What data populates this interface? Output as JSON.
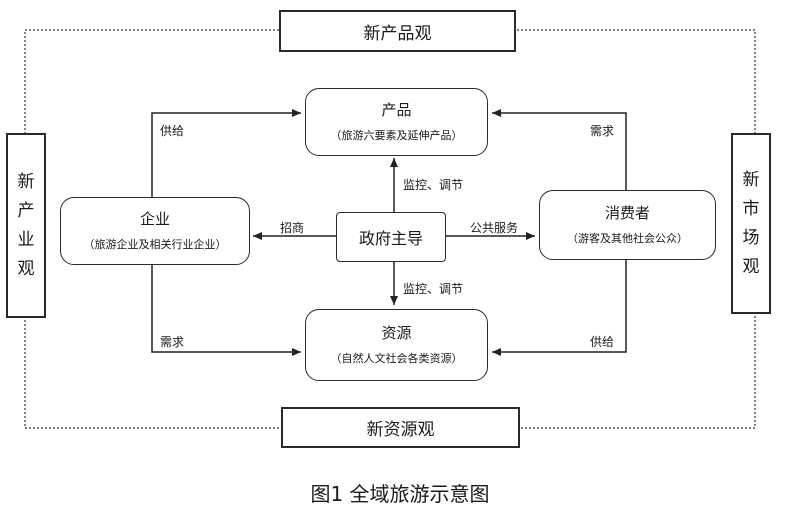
{
  "outer_boxes": {
    "top": "新产品观",
    "bottom": "新资源观",
    "left": [
      "新",
      "产",
      "业",
      "观"
    ],
    "right": [
      "新",
      "市",
      "场",
      "观"
    ]
  },
  "nodes": {
    "product": {
      "title": "产品",
      "subtitle": "（旅游六要素及延伸产品）"
    },
    "enterprise": {
      "title": "企业",
      "subtitle": "（旅游企业及相关行业企业）"
    },
    "government": {
      "title": "政府主导"
    },
    "consumer": {
      "title": "消费者",
      "subtitle": "（游客及其他社会公众）"
    },
    "resource": {
      "title": "资源",
      "subtitle": "（自然人文社会各类资源）"
    }
  },
  "edges": {
    "enterprise_to_product": "供给",
    "consumer_to_product": "需求",
    "gov_to_product": "监控、调节",
    "gov_to_enterprise": "招商",
    "gov_to_consumer": "公共服务",
    "gov_to_resource": "监控、调节",
    "enterprise_to_resource": "需求",
    "consumer_to_resource": "供给"
  },
  "caption": "图1 全域旅游示意图"
}
